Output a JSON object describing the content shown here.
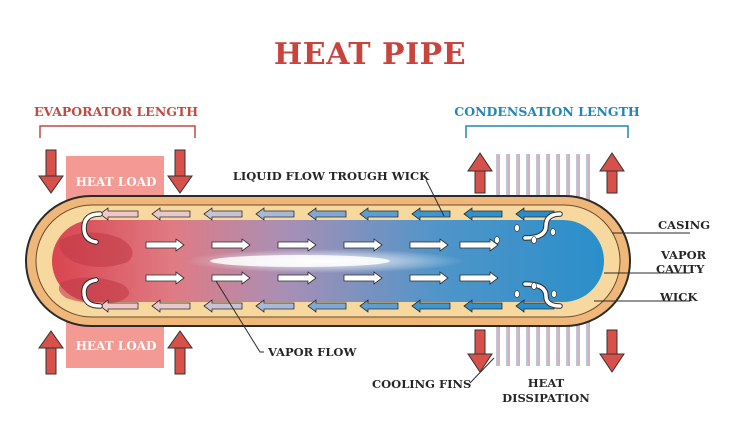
{
  "title": "HEAT PIPE",
  "sections": {
    "evaporator": "EVAPORATOR LENGTH",
    "condensation": "CONDENSATION LENGTH"
  },
  "heat_load": {
    "top": "HEAT LOAD",
    "bottom": "HEAT LOAD"
  },
  "labels": {
    "liquid_flow": "LIQUID FLOW TROUGH WICK",
    "vapor_flow": "VAPOR FLOW",
    "casing": "CASING",
    "vapor_cavity_1": "VAPOR",
    "vapor_cavity_2": "CAVITY",
    "wick": "WICK",
    "cooling_fins": "COOLING FINS",
    "heat_dissipation_1": "HEAT",
    "heat_dissipation_2": "DISSIPATION"
  },
  "colors": {
    "title": "#c9443c",
    "hot": "#d9454f",
    "cold": "#2a8fc9",
    "casing": "#f0b77a",
    "wick": "#f7d9a0",
    "heat_load_box": "#f29a93",
    "arrow_red": "#d7504a"
  }
}
